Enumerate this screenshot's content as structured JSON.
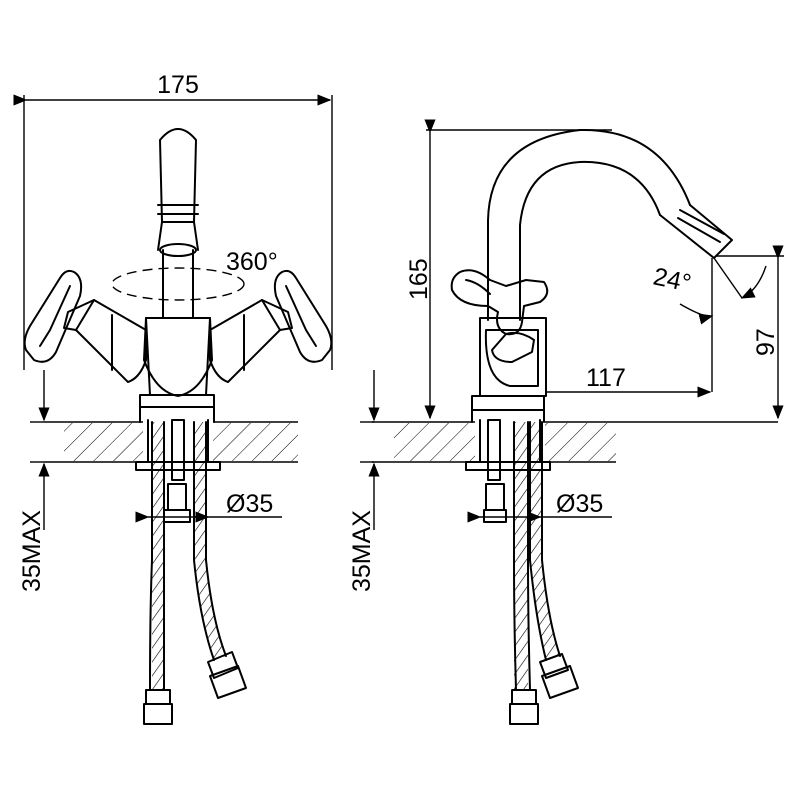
{
  "front_view": {
    "width": "175",
    "rotation": "360°",
    "hole_diameter": "Ø35",
    "deck_thickness": "35MAX"
  },
  "side_view": {
    "height": "165",
    "spout_angle": "24°",
    "outlet_height": "97",
    "reach": "117",
    "hole_diameter": "Ø35",
    "deck_thickness": "35MAX"
  }
}
